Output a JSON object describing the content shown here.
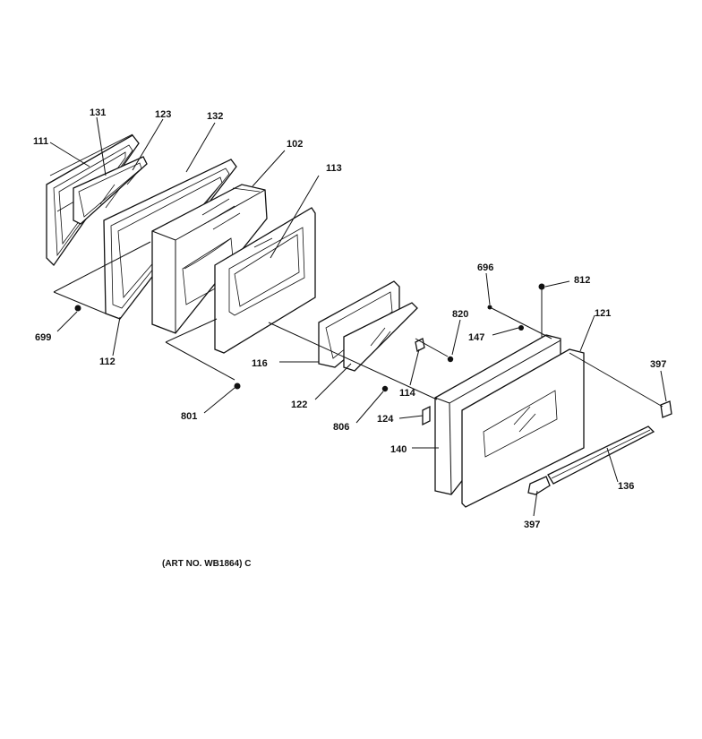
{
  "caption": "(ART NO. WB1864) C",
  "callouts": {
    "c111": "111",
    "c131": "131",
    "c123": "123",
    "c132": "132",
    "c102": "102",
    "c113": "113",
    "c699": "699",
    "c112": "112",
    "c116": "116",
    "c801": "801",
    "c122": "122",
    "c806": "806",
    "c114": "114",
    "c820": "820",
    "c696": "696",
    "c812": "812",
    "c147": "147",
    "c121": "121",
    "c397a": "397",
    "c124": "124",
    "c140": "140",
    "c136": "136",
    "c397b": "397"
  }
}
